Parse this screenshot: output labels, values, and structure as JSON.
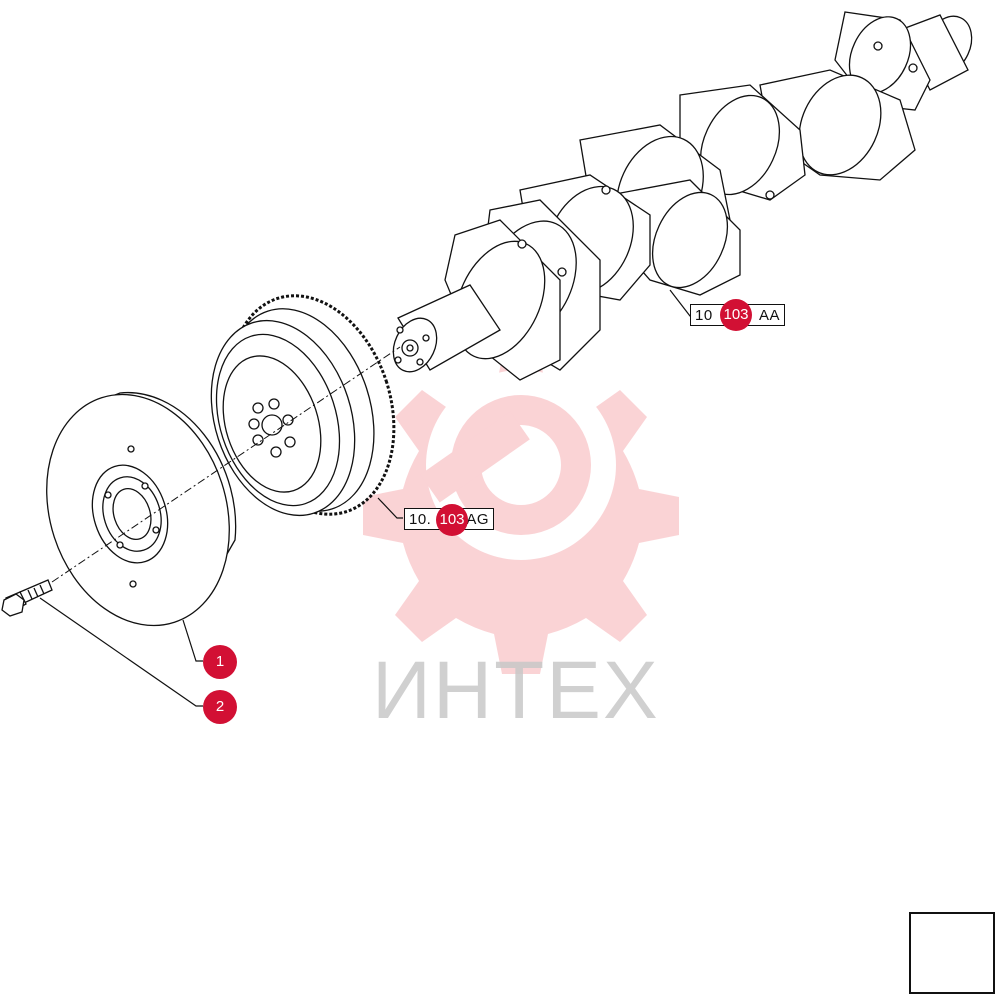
{
  "callouts": [
    {
      "number": "1"
    },
    {
      "number": "2"
    }
  ],
  "references": [
    {
      "prefix": "10",
      "badge": "103",
      "suffix": "AA"
    },
    {
      "prefix": "10.",
      "badge": "103",
      "suffix": "AG"
    }
  ],
  "watermark": {
    "text": "ИНТЕХ",
    "color": "#e8101e"
  },
  "colors": {
    "badge": "#d21034",
    "line": "#111111"
  },
  "icons": {
    "nav": "back-arrow-icon"
  }
}
